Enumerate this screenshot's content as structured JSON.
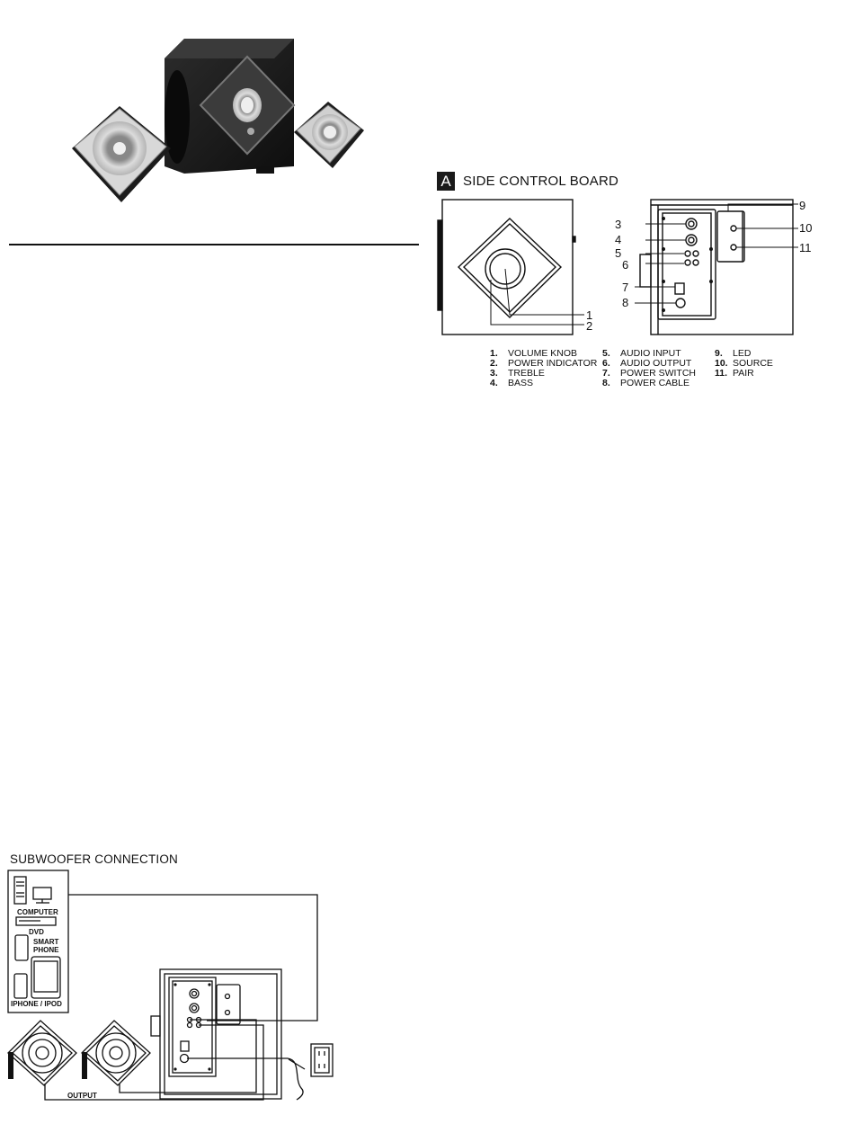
{
  "sections": {
    "side_control_board": {
      "badge": "A",
      "title": "SIDE CONTROL BOARD"
    },
    "subwoofer_connection": {
      "title": "SUBWOOFER CONNECTION"
    }
  },
  "callouts": [
    "1",
    "2",
    "3",
    "4",
    "5",
    "6",
    "7",
    "8",
    "9",
    "10",
    "11"
  ],
  "legend": [
    {
      "num": "1.",
      "label": "VOLUME KNOB"
    },
    {
      "num": "2.",
      "label": "POWER INDICATOR"
    },
    {
      "num": "3.",
      "label": "TREBLE"
    },
    {
      "num": "4.",
      "label": "BASS"
    },
    {
      "num": "5.",
      "label": "AUDIO INPUT"
    },
    {
      "num": "6.",
      "label": "AUDIO OUTPUT"
    },
    {
      "num": "7.",
      "label": "POWER SWITCH"
    },
    {
      "num": "8.",
      "label": "POWER CABLE"
    },
    {
      "num": "9.",
      "label": "LED"
    },
    {
      "num": "10.",
      "label": "SOURCE"
    },
    {
      "num": "11.",
      "label": "PAIR"
    }
  ],
  "sources": {
    "computer": "COMPUTER",
    "dvd": "DVD",
    "smart_phone_1": "SMART",
    "smart_phone_2": "PHONE",
    "iphone": "IPHONE / IPOD"
  },
  "output_label": "OUTPUT",
  "colors": {
    "ink": "#111111",
    "speaker_body": "#1e1e1e",
    "silver": "#c8c8c8"
  }
}
